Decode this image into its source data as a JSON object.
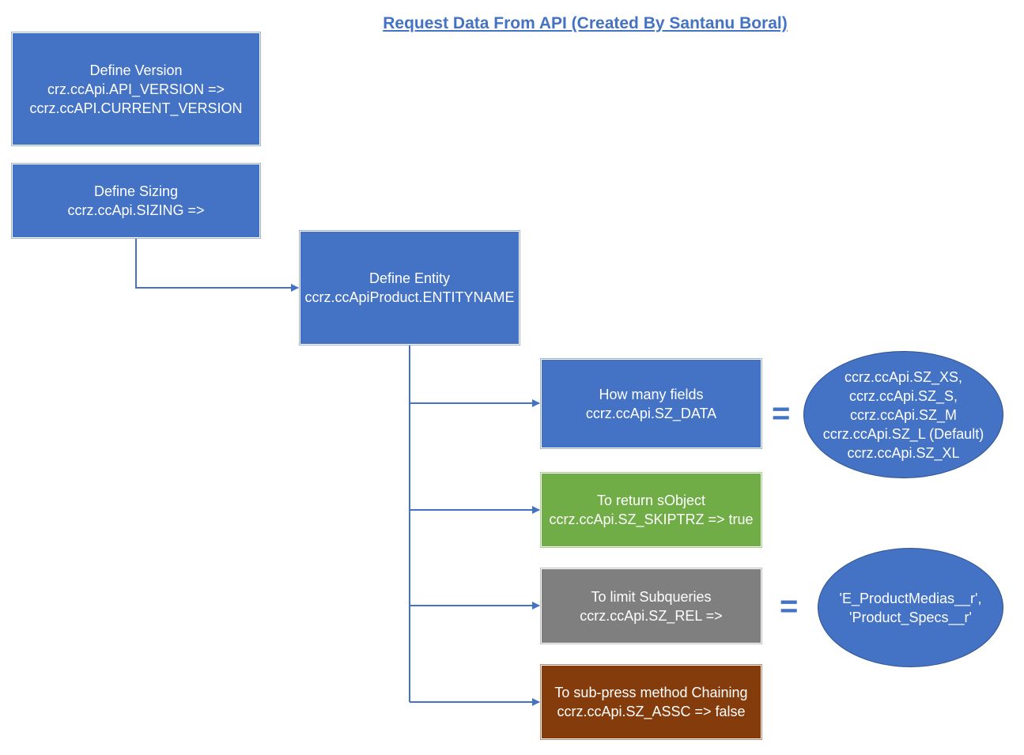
{
  "title": "Request Data From API (Created By Santanu Boral)",
  "colors": {
    "blue": "#4472c4",
    "green": "#70ad47",
    "gray": "#7f7f7f",
    "brown": "#843c0c"
  },
  "nodes": {
    "version": {
      "line1": "Define Version",
      "line2": "crz.ccApi.API_VERSION =>",
      "line3": "ccrz.ccAPI.CURRENT_VERSION"
    },
    "sizing": {
      "line1": "Define Sizing",
      "line2": "ccrz.ccApi.SIZING =>"
    },
    "entity": {
      "line1": "Define Entity",
      "line2": "ccrz.ccApiProduct.ENTITYNAME"
    },
    "fields": {
      "line1": "How many fields",
      "line2": "ccrz.ccApi.SZ_DATA"
    },
    "sobject": {
      "line1": "To return sObject",
      "line2": "ccrz.ccApi.SZ_SKIPTRZ => true"
    },
    "subqueries": {
      "line1": "To limit Subqueries",
      "line2": "ccrz.ccApi.SZ_REL =>"
    },
    "chaining": {
      "line1": "To sub-press method Chaining",
      "line2": "ccrz.ccApi.SZ_ASSC => false"
    }
  },
  "sizes_ellipse": [
    "ccrz.ccApi.SZ_XS,",
    "ccrz.ccApi.SZ_S,",
    "ccrz.ccApi.SZ_M",
    "ccrz.ccApi.SZ_L (Default)",
    "ccrz.ccApi.SZ_XL"
  ],
  "relations_ellipse": [
    "'E_ProductMedias__r',",
    "'Product_Specs__r'"
  ],
  "equals_sign": "="
}
